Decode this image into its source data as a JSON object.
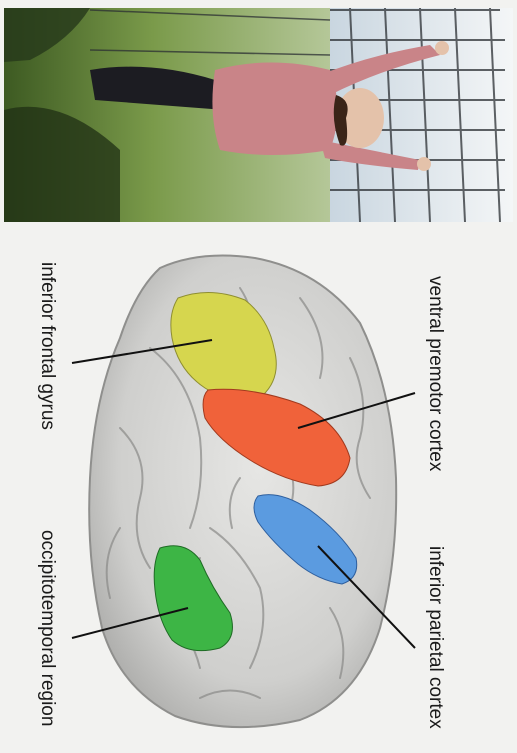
{
  "labels": {
    "inferior_frontal_gyrus": "inferior frontal gyrus",
    "occipitotemporal_region": "occipitotemporal region",
    "ventral_premotor_cortex": "ventral premotor cortex",
    "inferior_parietal_cortex": "inferior parietal cortex"
  },
  "colors": {
    "inferior_frontal_gyrus": "#d6d64e",
    "ventral_premotor_cortex": "#f0623a",
    "inferior_parietal_cortex": "#5b9be0",
    "occipitotemporal_region": "#3db545",
    "brain": "#d4d4d2"
  }
}
